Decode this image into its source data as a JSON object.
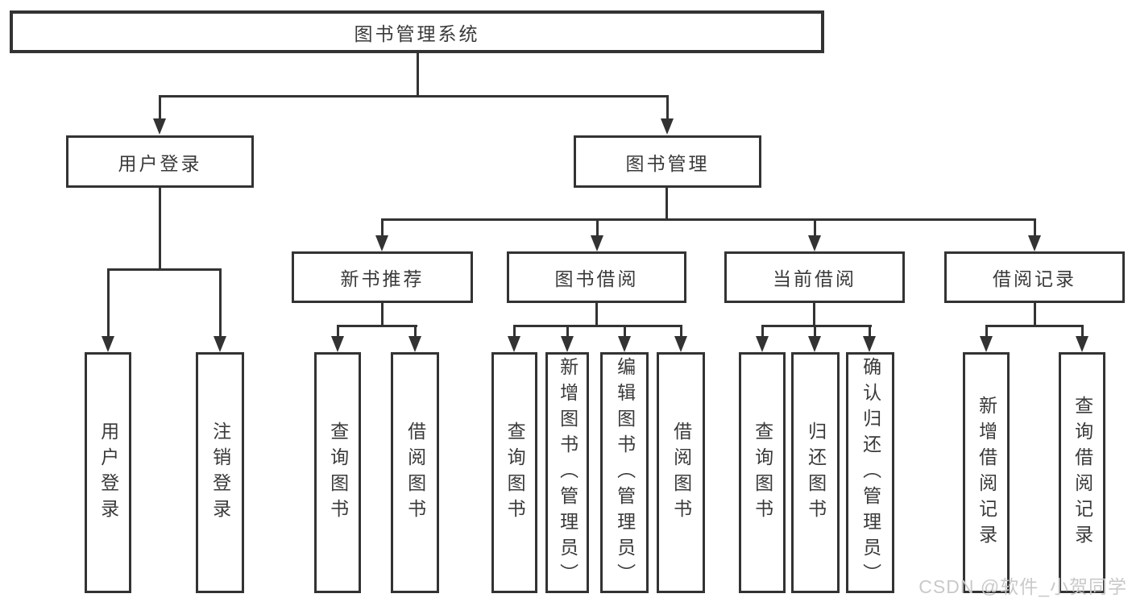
{
  "tree": {
    "label": "图书管理系统",
    "children": [
      {
        "label": "用户登录",
        "children": [
          {
            "label": "用户登录"
          },
          {
            "label": "注销登录"
          }
        ]
      },
      {
        "label": "图书管理",
        "children": [
          {
            "label": "新书推荐",
            "children": [
              {
                "label": "查询图书"
              },
              {
                "label": "借阅图书"
              }
            ]
          },
          {
            "label": "图书借阅",
            "children": [
              {
                "label": "查询图书"
              },
              {
                "label": "新增图书（管理员）"
              },
              {
                "label": "编辑图书（管理员）"
              },
              {
                "label": "借阅图书"
              }
            ]
          },
          {
            "label": "当前借阅",
            "children": [
              {
                "label": "查询图书"
              },
              {
                "label": "归还图书"
              },
              {
                "label": "确认归还（管理员）"
              }
            ]
          },
          {
            "label": "借阅记录",
            "children": [
              {
                "label": "新增借阅记录"
              },
              {
                "label": "查询借阅记录"
              }
            ]
          }
        ]
      }
    ]
  },
  "watermark": {
    "text": "CSDN @软件_小贺同学"
  },
  "colors": {
    "line": "#333333",
    "text": "#3a3a3a",
    "watermark": "#c9c9c9",
    "background": "#ffffff"
  }
}
